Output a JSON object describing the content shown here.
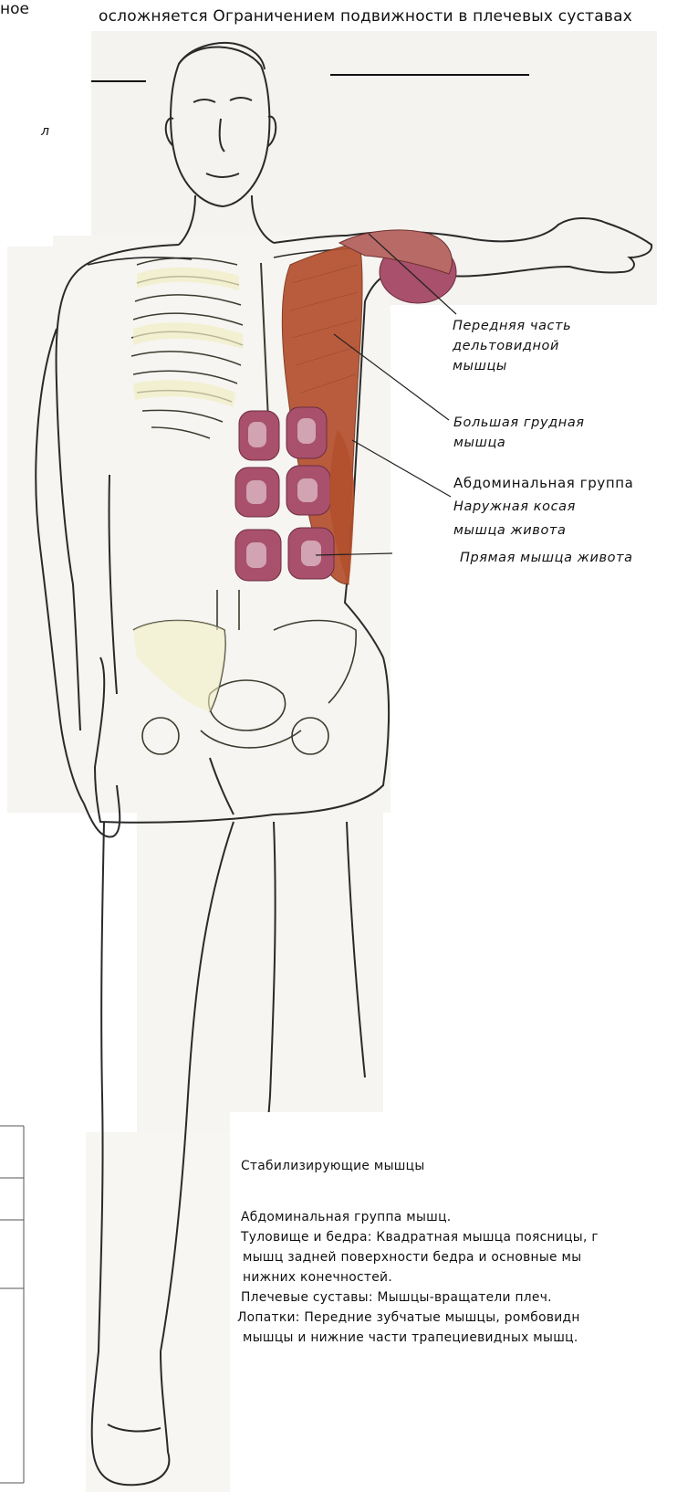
{
  "page": {
    "top_left_fragment": "ное",
    "header_text": "осложняется Ограничением подвижности в плечевых суставах",
    "side_mark": "л"
  },
  "figure": {
    "labels": {
      "deltoid": [
        "Передняя часть",
        "дельтовидной",
        "мышцы"
      ],
      "pectoral": [
        "Большая грудная",
        "мышца"
      ],
      "abdominal_group": "Абдоминальная группа",
      "external_oblique": [
        "Наружная косая",
        "мышца живота"
      ],
      "rectus": "Прямая мышца живота"
    },
    "colors": {
      "muscle_red": "#b3502e",
      "abs_purple": "#a8506c",
      "bone_yellow": "#e9e6b3",
      "paper": "#f4f3ef"
    }
  },
  "stabilizers": {
    "title": "Стабилизирующие мышцы",
    "lines": [
      "Абдоминальная группа мышц.",
      "Туловище и бедра: Квадратная мышца поясницы, г",
      " мышц задней поверхности бедра и основные мы",
      " нижних конечностей.",
      "Плечевые суставы: Мышцы-вращатели плеч.",
      "Лопатки: Передние зубчатые мышцы, ромбовидн",
      " мышцы и нижние части трапециевидных мышц."
    ]
  }
}
